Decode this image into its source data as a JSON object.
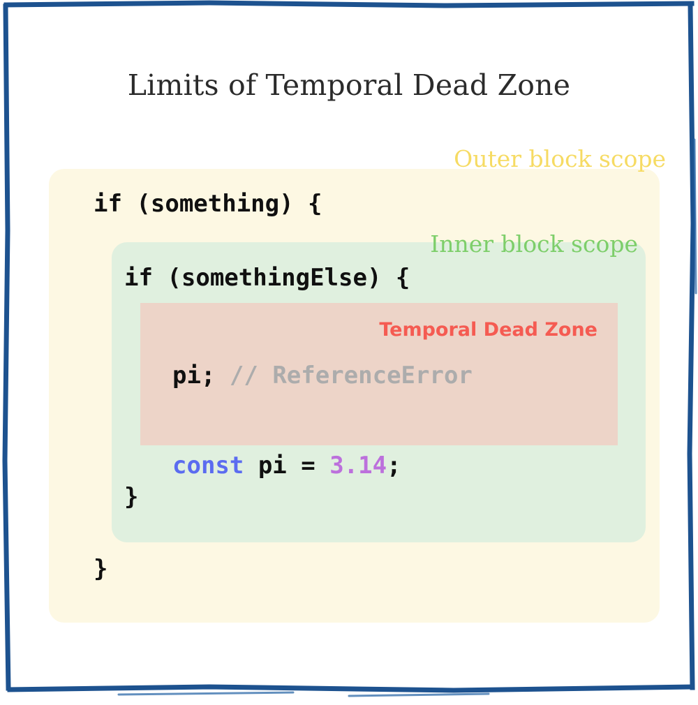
{
  "page": {
    "title": "Limits of Temporal Dead Zone",
    "background": "#ffffff",
    "frame_color": "#1D528F"
  },
  "scopes": {
    "outer": {
      "label": "Outer block scope",
      "color": "#F6DB63",
      "fill": "#FDF8E3"
    },
    "inner": {
      "label": "Inner block scope",
      "color": "#7DCE6A",
      "fill": "#E0F0DF"
    },
    "tdz": {
      "label": "Temporal Dead Zone",
      "color": "#F55B52",
      "fill": "#EDD4C8"
    }
  },
  "code": {
    "if_outer": "if (something) {",
    "if_inner": "if (somethingElse) {",
    "pi_statement": "pi;",
    "pi_comment": "// ReferenceError",
    "const_keyword": "const",
    "const_name": " pi = ",
    "const_value": "3.14",
    "const_terminator": ";",
    "close_inner": "}",
    "close_outer": "}"
  }
}
